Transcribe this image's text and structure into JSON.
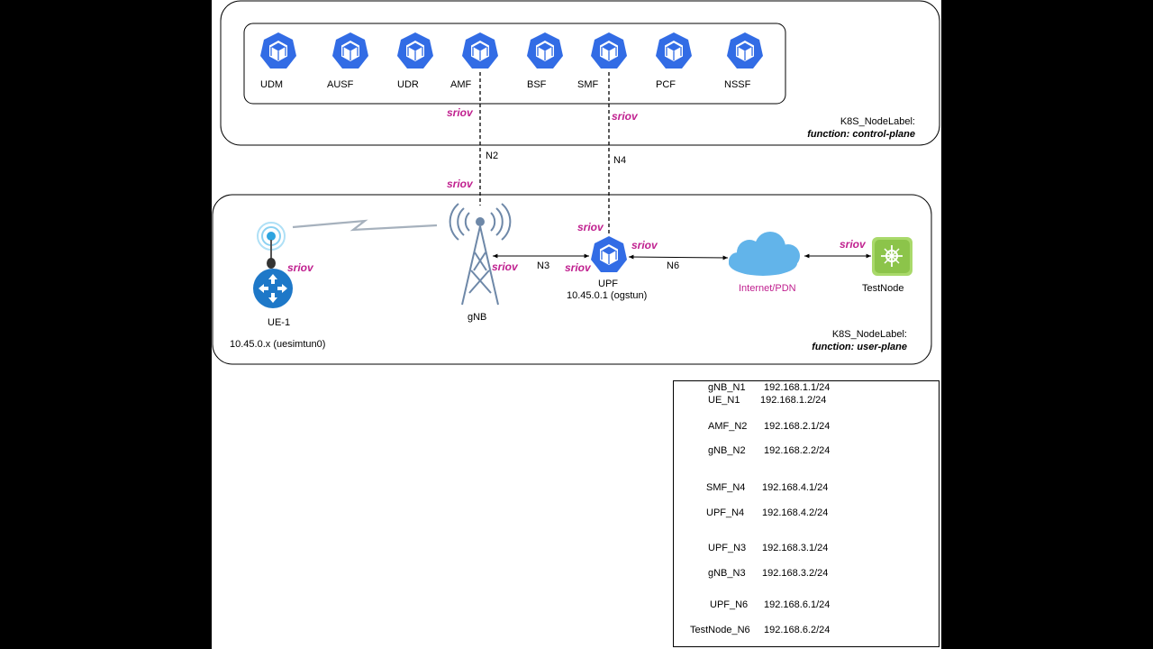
{
  "control_plane": {
    "functions": [
      "UDM",
      "AUSF",
      "UDR",
      "AMF",
      "BSF",
      "SMF",
      "PCF",
      "NSSF"
    ],
    "node_label_key": "K8S_NodeLabel:",
    "node_label_value": "function: control-plane"
  },
  "user_plane": {
    "node_label_key": "K8S_NodeLabel:",
    "node_label_value": "function: user-plane"
  },
  "nodes": {
    "ue_name": "UE-1",
    "ue_address": "10.45.0.x (uesimtun0)",
    "gnb_name": "gNB",
    "upf_name": "UPF",
    "upf_address": "10.45.0.1 (ogstun)",
    "internet_name": "Internet/PDN",
    "testnode_name": "TestNode"
  },
  "interfaces": {
    "n2": "N2",
    "n4": "N4",
    "n3": "N3",
    "n6": "N6",
    "sriov": "sriov"
  },
  "address_table": [
    {
      "name": "gNB_N1",
      "ip": "192.168.1.1/24"
    },
    {
      "name": "UE_N1",
      "ip": "192.168.1.2/24"
    },
    {
      "name": "AMF_N2",
      "ip": "192.168.2.1/24"
    },
    {
      "name": "gNB_N2",
      "ip": "192.168.2.2/24"
    },
    {
      "name": "SMF_N4",
      "ip": "192.168.4.1/24"
    },
    {
      "name": "UPF_N4",
      "ip": "192.168.4.2/24"
    },
    {
      "name": "UPF_N3",
      "ip": "192.168.3.1/24"
    },
    {
      "name": "gNB_N3",
      "ip": "192.168.3.2/24"
    },
    {
      "name": "UPF_N6",
      "ip": "192.168.6.1/24"
    },
    {
      "name": "TestNode_N6",
      "ip": "192.168.6.2/24"
    }
  ],
  "colors": {
    "k8s_blue": "#326ce5",
    "router_blue": "#1e78c8",
    "sriov_magenta": "#c0208f",
    "cloud_blue": "#5aaee6",
    "testnode_green": "#8cc44a"
  },
  "icons": {
    "k8s_pod": "kubernetes-pod-icon",
    "ue": "router-icon",
    "antenna": "wireless-signal-icon",
    "tower": "cell-tower-icon",
    "cloud": "cloud-icon",
    "testnode": "switch-icon"
  }
}
